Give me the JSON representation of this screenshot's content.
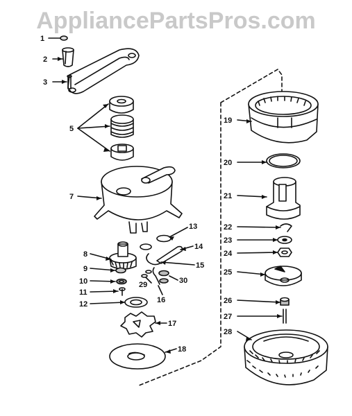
{
  "watermark": "AppliancePartsPros.com",
  "callouts": [
    {
      "id": "c1",
      "text": "1"
    },
    {
      "id": "c2",
      "text": "2"
    },
    {
      "id": "c3",
      "text": "3"
    },
    {
      "id": "c5",
      "text": "5"
    },
    {
      "id": "c7",
      "text": "7"
    },
    {
      "id": "c8",
      "text": "8"
    },
    {
      "id": "c9",
      "text": "9"
    },
    {
      "id": "c10",
      "text": "10"
    },
    {
      "id": "c11",
      "text": "11"
    },
    {
      "id": "c12",
      "text": "12"
    },
    {
      "id": "c13",
      "text": "13"
    },
    {
      "id": "c14",
      "text": "14"
    },
    {
      "id": "c15",
      "text": "15"
    },
    {
      "id": "c16",
      "text": "16"
    },
    {
      "id": "c17",
      "text": "17"
    },
    {
      "id": "c18",
      "text": "18"
    },
    {
      "id": "c19",
      "text": "19"
    },
    {
      "id": "c20",
      "text": "20"
    },
    {
      "id": "c21",
      "text": "21"
    },
    {
      "id": "c22",
      "text": "22"
    },
    {
      "id": "c23",
      "text": "23"
    },
    {
      "id": "c24",
      "text": "24"
    },
    {
      "id": "c25",
      "text": "25"
    },
    {
      "id": "c26",
      "text": "26"
    },
    {
      "id": "c27",
      "text": "27"
    },
    {
      "id": "c28",
      "text": "28"
    },
    {
      "id": "c29",
      "text": "29"
    },
    {
      "id": "c30",
      "text": "30"
    }
  ]
}
